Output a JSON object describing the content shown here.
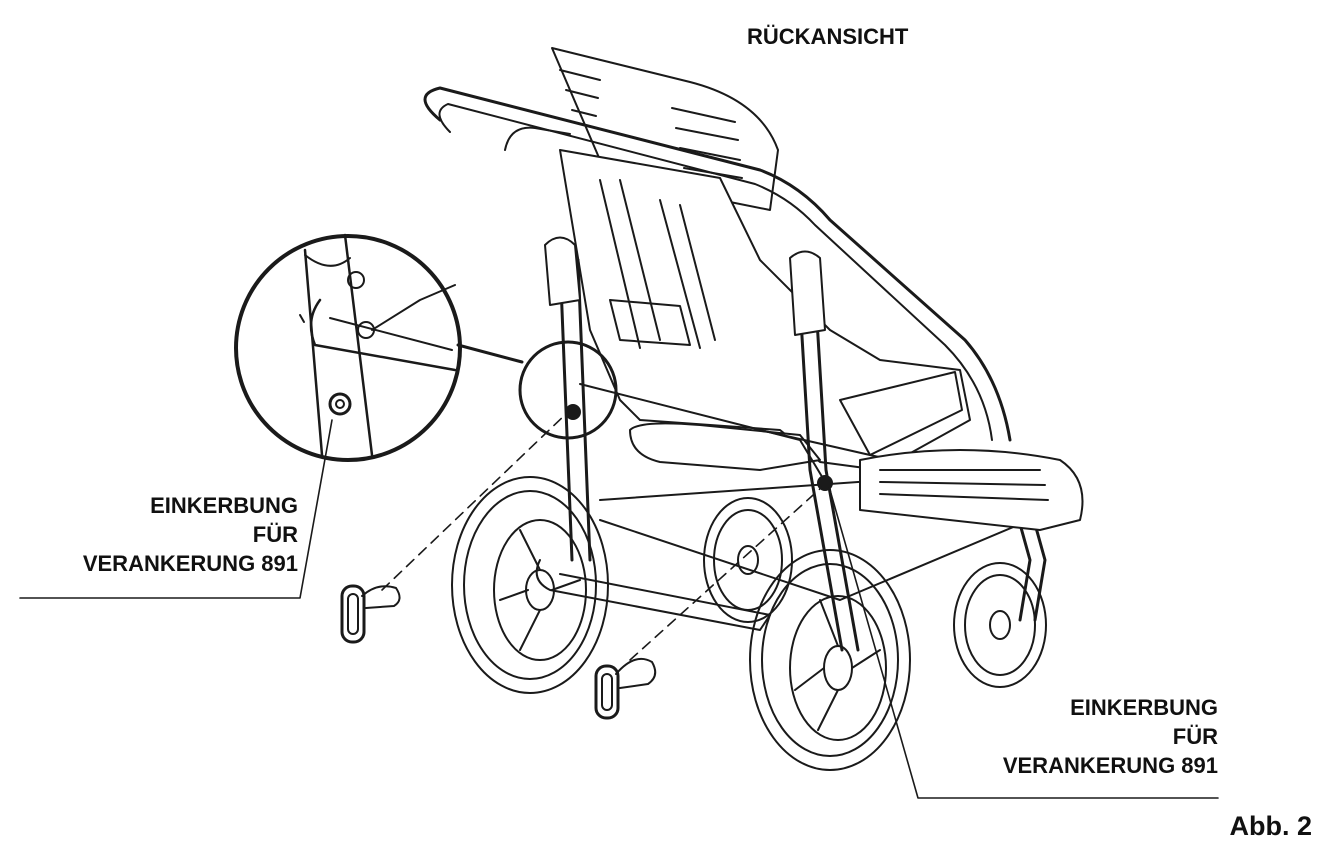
{
  "view_title": "RÜCKANSICHT",
  "figure_label": "Abb. 2",
  "callouts": [
    {
      "lines": [
        "EINKERBUNG",
        "FÜR",
        "VERANKERUNG 891"
      ]
    },
    {
      "lines": [
        "EINKERBUNG",
        "FÜR",
        "VERANKERUNG 891"
      ]
    }
  ],
  "colors": {
    "line": "#1a1a1a",
    "background": "#ffffff"
  }
}
